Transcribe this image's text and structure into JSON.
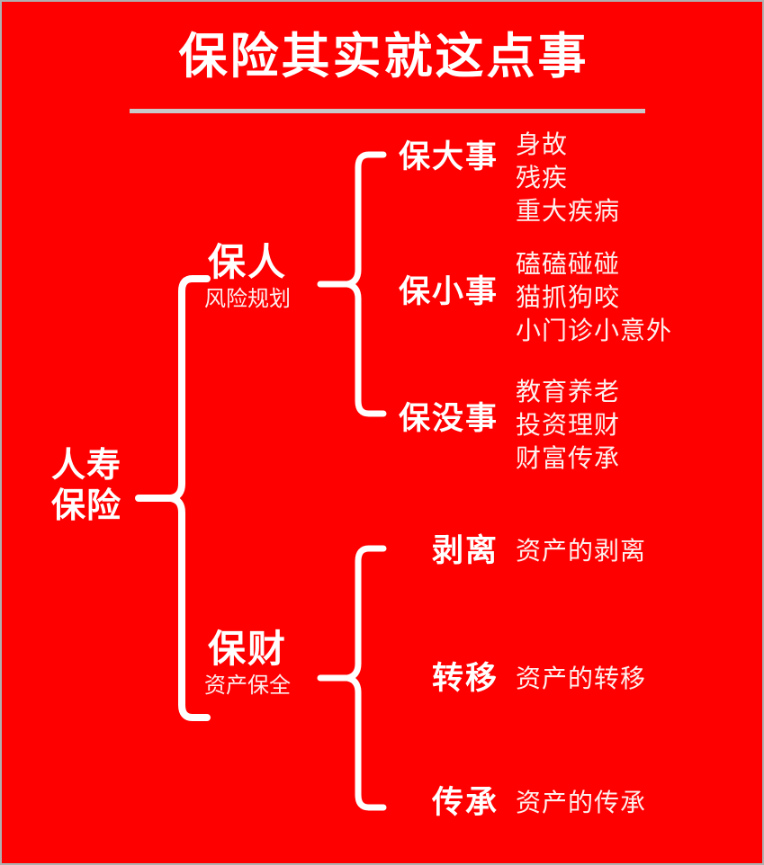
{
  "theme": {
    "background": "#FF0000",
    "text": "#FFFFFF",
    "rule": "#C9C9C9",
    "border": "#B0B0B0"
  },
  "header": {
    "title": "保险其实就这点事"
  },
  "diagram": {
    "type": "mindmap-bracket",
    "root": {
      "line1": "人寿",
      "line2": "保险"
    },
    "branches": [
      {
        "id": "baoren",
        "title": "保人",
        "subtitle": "风险规划",
        "leaves": [
          {
            "id": "baodashi",
            "label": "保大事",
            "details": [
              "身故",
              "残疾",
              "重大疾病"
            ],
            "details_text": "身故\n残疾\n重大疾病"
          },
          {
            "id": "baoxiaoshi",
            "label": "保小事",
            "details": [
              "磕磕碰碰",
              "猫抓狗咬",
              "小门诊小意外"
            ],
            "details_text": "磕磕碰碰\n猫抓狗咬\n小门诊小意外"
          },
          {
            "id": "baomeishi",
            "label": "保没事",
            "details": [
              "教育养老",
              "投资理财",
              "财富传承"
            ],
            "details_text": "教育养老\n投资理财\n财富传承"
          }
        ]
      },
      {
        "id": "baocai",
        "title": "保财",
        "subtitle": "资产保全",
        "leaves": [
          {
            "id": "boli",
            "label": "剥离",
            "details": [
              "资产的剥离"
            ],
            "details_text": "资产的剥离"
          },
          {
            "id": "zhuanyi",
            "label": "转移",
            "details": [
              "资产的转移"
            ],
            "details_text": "资产的转移"
          },
          {
            "id": "chuancheng",
            "label": "传承",
            "details": [
              "资产的传承"
            ],
            "details_text": "资产的传承"
          }
        ]
      }
    ]
  }
}
